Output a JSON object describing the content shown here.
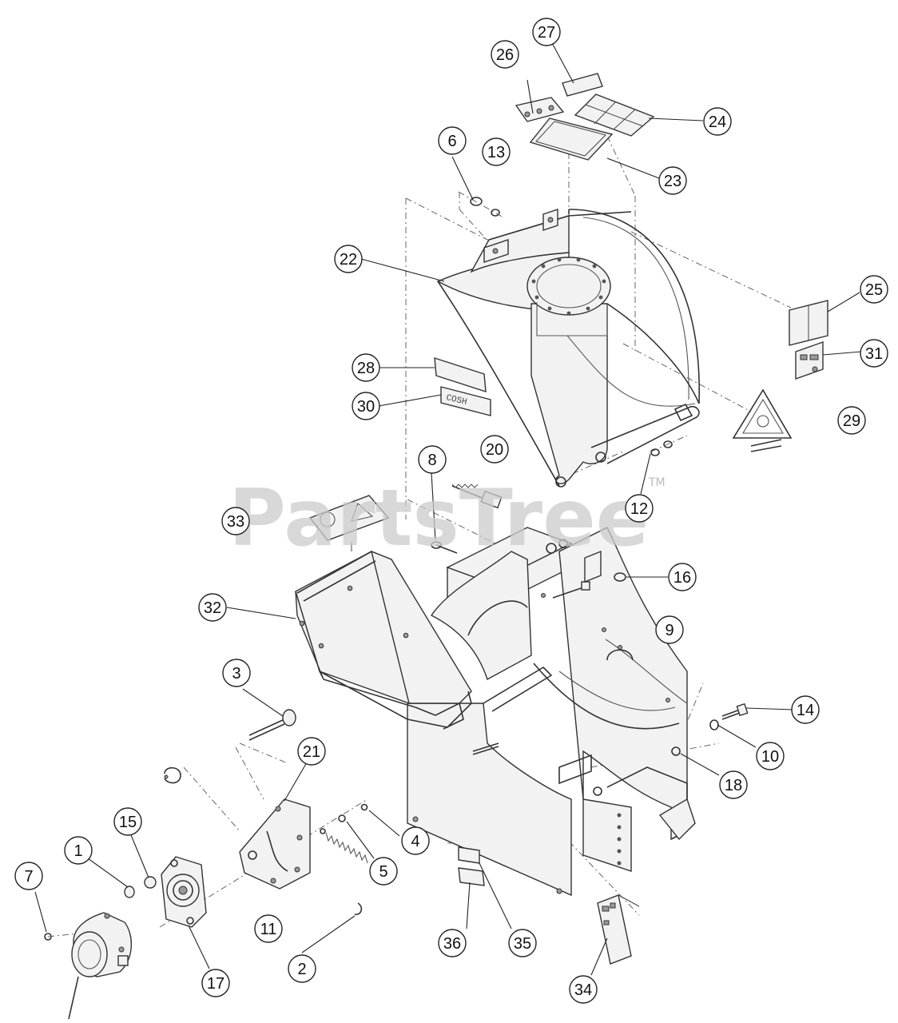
{
  "watermark": {
    "text": "PartsTree",
    "trademark": "TM"
  },
  "callouts": [
    {
      "label": "1"
    },
    {
      "label": "2"
    },
    {
      "label": "3"
    },
    {
      "label": "4"
    },
    {
      "label": "5"
    },
    {
      "label": "6"
    },
    {
      "label": "7"
    },
    {
      "label": "8"
    },
    {
      "label": "9"
    },
    {
      "label": "10"
    },
    {
      "label": "11"
    },
    {
      "label": "12"
    },
    {
      "label": "13"
    },
    {
      "label": "14"
    },
    {
      "label": "15"
    },
    {
      "label": "16"
    },
    {
      "label": "17"
    },
    {
      "label": "18"
    },
    {
      "label": "20"
    },
    {
      "label": "21"
    },
    {
      "label": "22"
    },
    {
      "label": "23"
    },
    {
      "label": "24"
    },
    {
      "label": "25"
    },
    {
      "label": "26"
    },
    {
      "label": "27"
    },
    {
      "label": "28"
    },
    {
      "label": "29"
    },
    {
      "label": "30"
    },
    {
      "label": "31"
    },
    {
      "label": "32"
    },
    {
      "label": "33"
    },
    {
      "label": "34"
    },
    {
      "label": "35"
    },
    {
      "label": "36"
    }
  ]
}
